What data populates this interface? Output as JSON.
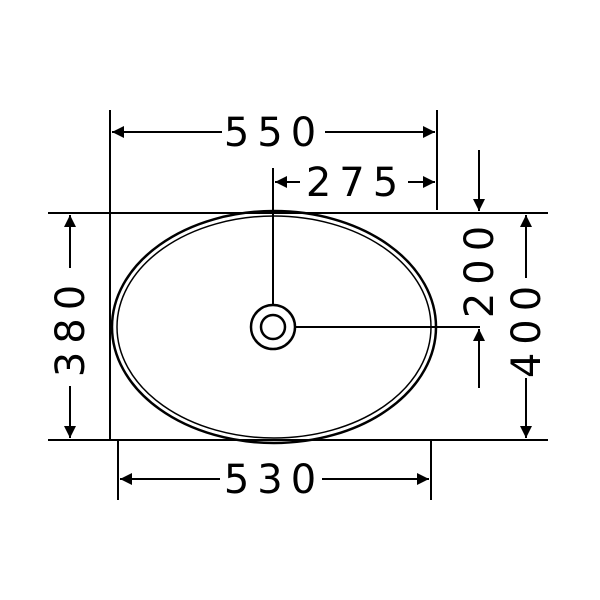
{
  "dimensions": {
    "overall_width": "550",
    "drain_offset": "275",
    "bowl_width": "530",
    "bowl_depth": "380",
    "drain_depth_offset": "200",
    "overall_depth": "400"
  },
  "colors": {
    "line": "#000000",
    "background": "#ffffff"
  }
}
